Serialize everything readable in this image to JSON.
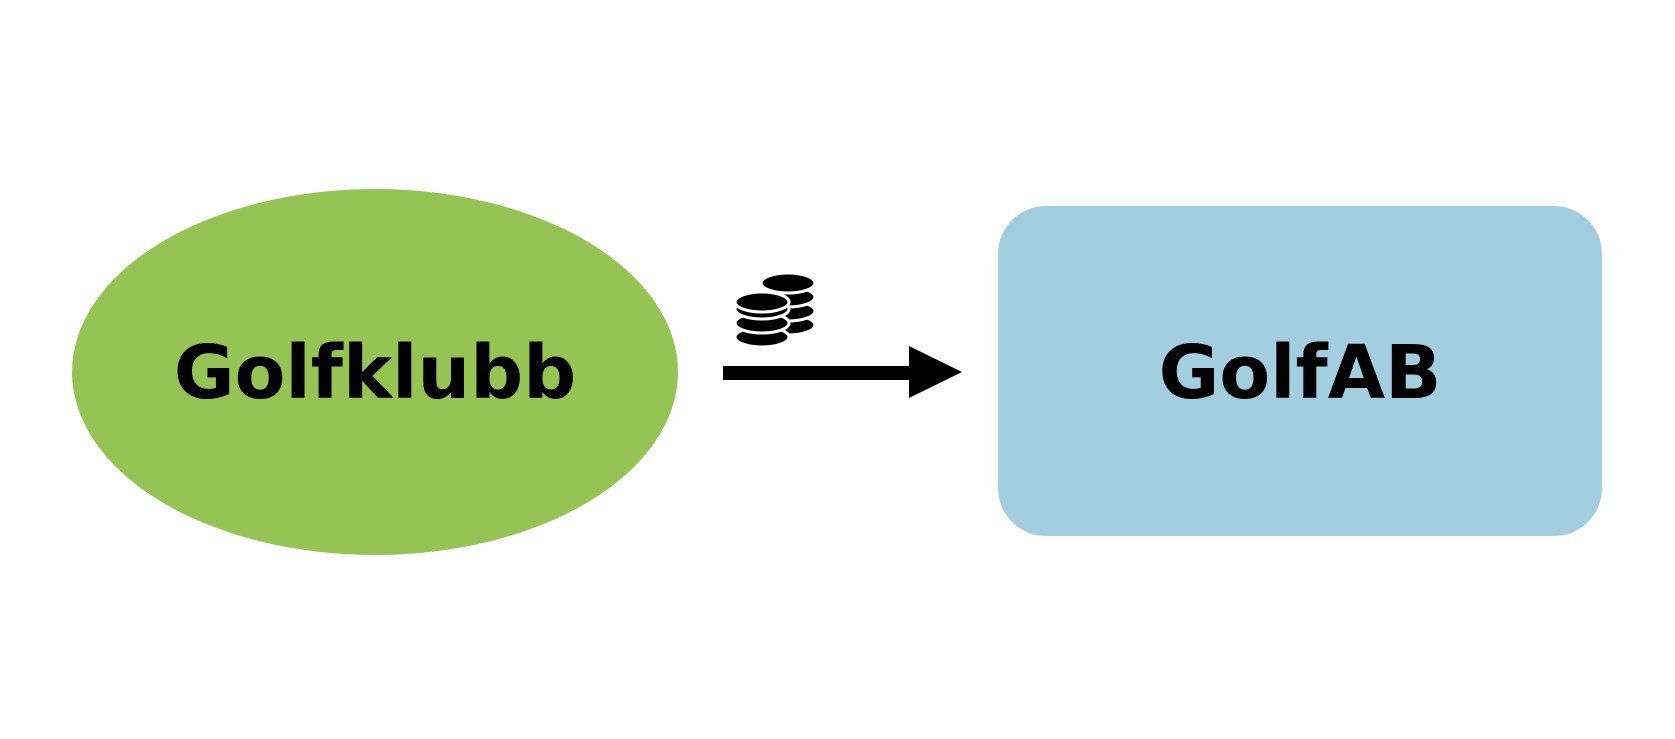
{
  "diagram": {
    "colors": {
      "source_fill": "#95c455",
      "target_fill": "#a2cee0",
      "arrow": "#000000",
      "background": "#ffffff"
    },
    "source_node": {
      "label": "Golfklubb",
      "shape": "ellipse"
    },
    "target_node": {
      "label": "GolfAB",
      "shape": "rounded-rectangle"
    },
    "connector": {
      "direction": "left-to-right",
      "icon": "coins-icon"
    }
  }
}
